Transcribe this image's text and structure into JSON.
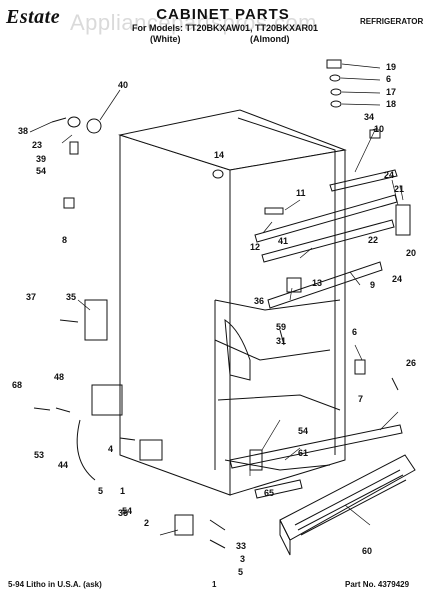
{
  "header": {
    "brand": "Estate",
    "title": "CABINET PARTS",
    "models": "For Models: TT20BKXAW01, TT20BKXAR01",
    "variants": [
      "(White)",
      "(Almond)"
    ],
    "category": "REFRIGERATOR",
    "watermark": "Appliancepartspros.com"
  },
  "footer": {
    "left": "5-94 Litho in U.S.A. (ask)",
    "page": "1",
    "part_number": "Part No. 4379429"
  },
  "callouts": [
    "19",
    "6",
    "17",
    "18",
    "40",
    "38",
    "23",
    "39",
    "54",
    "8",
    "34",
    "10",
    "14",
    "11",
    "12",
    "41",
    "13",
    "24",
    "21",
    "22",
    "20",
    "24",
    "9",
    "36",
    "37",
    "35",
    "60",
    "59",
    "31",
    "6",
    "26",
    "7",
    "54",
    "68",
    "53",
    "48",
    "44",
    "5",
    "4",
    "1",
    "54",
    "61",
    "65",
    "2",
    "33",
    "3",
    "5",
    "35"
  ],
  "colors": {
    "line": "#111111",
    "background": "#ffffff"
  }
}
